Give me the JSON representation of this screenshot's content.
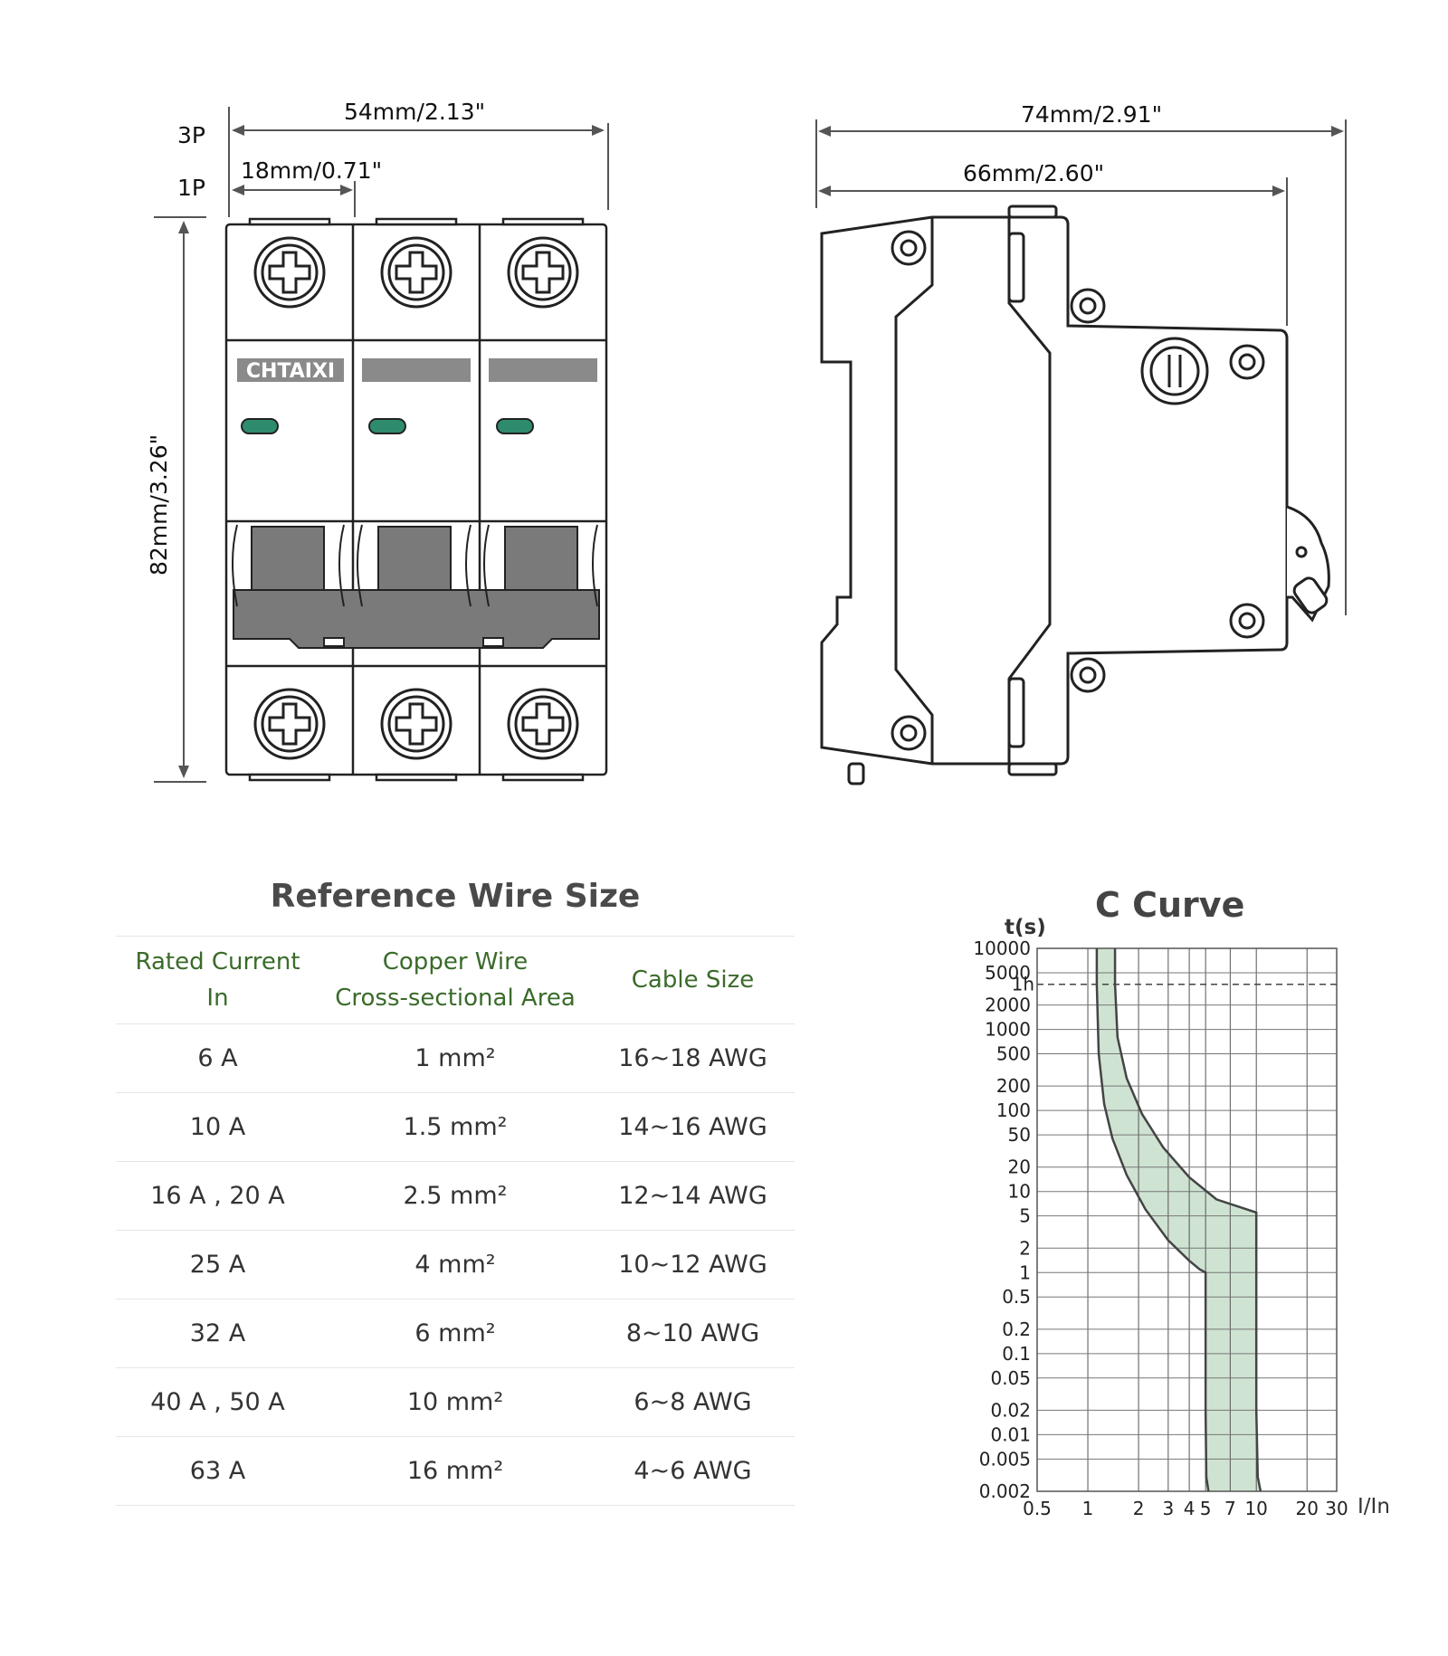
{
  "dimensions": {
    "width_3p": "54mm/2.13\"",
    "width_1p": "18mm/0.71\"",
    "height": "82mm/3.26\"",
    "depth_total": "74mm/2.91\"",
    "depth_body": "66mm/2.60\"",
    "label_3p": "3P",
    "label_1p": "1P"
  },
  "breaker": {
    "brand": "CHTAIXI",
    "colors": {
      "indicator": "#2e8b6e",
      "toggle": "#7a7a7a",
      "brand_plate": "#8a8a8a",
      "outline": "#222222"
    }
  },
  "wire_table": {
    "title": "Reference Wire Size",
    "headers": [
      {
        "line1": "Rated Current",
        "line2": "In"
      },
      {
        "line1": "Copper Wire",
        "line2": "Cross-sectional Area"
      },
      {
        "line1": "Cable Size",
        "line2": ""
      }
    ],
    "rows": [
      {
        "current": "6 A",
        "area": "1 mm²",
        "cable": "16~18 AWG"
      },
      {
        "current": "10 A",
        "area": "1.5 mm²",
        "cable": "14~16 AWG"
      },
      {
        "current": "16 A , 20 A",
        "area": "2.5 mm²",
        "cable": "12~14 AWG"
      },
      {
        "current": "25 A",
        "area": "4 mm²",
        "cable": "10~12 AWG"
      },
      {
        "current": "32 A",
        "area": "6 mm²",
        "cable": "8~10 AWG"
      },
      {
        "current": "40 A , 50 A",
        "area": "10 mm²",
        "cable": "6~8 AWG"
      },
      {
        "current": "63 A",
        "area": "16 mm²",
        "cable": "4~6 AWG"
      }
    ],
    "header_color": "#3a6b2a"
  },
  "chart_data": {
    "type": "area",
    "title": "C Curve",
    "ylabel": "t(s)",
    "xlabel": "I/In",
    "x_scale": "log",
    "y_scale": "log",
    "xlim": [
      0.5,
      30
    ],
    "ylim": [
      0.002,
      10000
    ],
    "x_ticks": [
      0.5,
      1,
      2,
      3,
      4,
      5,
      7,
      10,
      20,
      30
    ],
    "x_tick_labels": [
      "0.5",
      "1",
      "2",
      "3",
      "4",
      "5",
      "7",
      "10",
      "20",
      "30"
    ],
    "y_ticks": [
      10000,
      5000,
      2000,
      1000,
      500,
      200,
      100,
      50,
      20,
      10,
      5,
      2,
      1,
      0.5,
      0.2,
      0.1,
      0.05,
      0.02,
      0.01,
      0.005,
      0.002
    ],
    "y_tick_labels": [
      "10000",
      "5000",
      "2000",
      "1000",
      "500",
      "200",
      "100",
      "50",
      "20",
      "10",
      "5",
      "2",
      "1",
      "0.5",
      "0.2",
      "0.1",
      "0.05",
      "0.02",
      "0.01",
      "0.005",
      "0.002"
    ],
    "reference_lines": [
      {
        "y": 3600,
        "label": "1h",
        "style": "dashed"
      }
    ],
    "grid": true,
    "fill_color": "#cfe3d2",
    "line_color": "#444444",
    "series": [
      {
        "x": [
          1.13,
          1.13,
          1.16,
          1.25,
          1.4,
          1.7,
          2.2,
          3.0,
          4.0,
          4.6,
          5.0,
          5.0,
          5.05,
          5.2
        ],
        "y": [
          10000,
          3600,
          500,
          120,
          45,
          16,
          6,
          2.5,
          1.4,
          1.1,
          1.0,
          0.02,
          0.003,
          0.002
        ]
      },
      {
        "x": [
          1.45,
          1.45,
          1.5,
          1.7,
          2.1,
          2.8,
          4.0,
          5.8,
          10,
          10,
          10.2,
          10.6
        ],
        "y": [
          10000,
          3600,
          800,
          250,
          90,
          35,
          15,
          8,
          5.5,
          0.02,
          0.003,
          0.002
        ]
      }
    ]
  }
}
